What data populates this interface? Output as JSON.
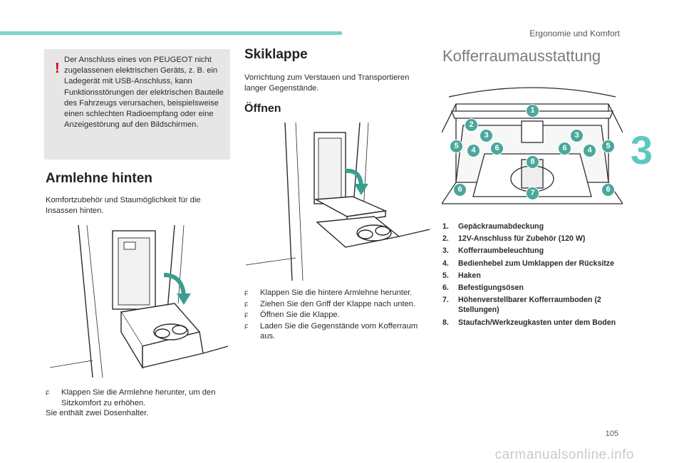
{
  "header": {
    "section": "Ergonomie und Komfort",
    "chapter": "3",
    "page_number": "105"
  },
  "warning": {
    "icon": "exclamation-icon",
    "text": "Der Anschluss eines von PEUGEOT nicht zugelassenen elektrischen Geräts, z. B. ein Ladegerät mit USB-Anschluss, kann Funktionsstörungen der elektrischen Bauteile des Fahrzeugs verursachen, beispielsweise einen schlechten Radioempfang oder eine Anzeigestörung auf den Bildschirmen."
  },
  "armlehne": {
    "title": "Armlehne hinten",
    "intro": "Komfortzubehör und Staumöglichkeit für die Insassen hinten.",
    "steps": [
      "Klappen Sie die Armlehne herunter, um den Sitzkomfort zu erhöhen."
    ],
    "note": "Sie enthält zwei Dosenhalter."
  },
  "skiklappe": {
    "title": "Skiklappe",
    "intro": "Vorrichtung zum Verstauen und Transportieren langer Gegenstände.",
    "subtitle": "Öffnen",
    "steps": [
      "Klappen Sie die hintere Armlehne herunter.",
      "Ziehen Sie den Griff der Klappe nach unten.",
      "Öffnen Sie die Klappe.",
      "Laden Sie die Gegenstände vom Kofferraum aus."
    ]
  },
  "kofferraum": {
    "title": "Kofferraumausstattung",
    "items": [
      {
        "num": "1.",
        "text": "Gepäckraumabdeckung"
      },
      {
        "num": "2.",
        "text": "12V-Anschluss für Zubehör (120 W)"
      },
      {
        "num": "3.",
        "text": "Kofferraumbeleuchtung"
      },
      {
        "num": "4.",
        "text": "Bedienhebel zum Umklappen der Rücksitze"
      },
      {
        "num": "5.",
        "text": "Haken"
      },
      {
        "num": "6.",
        "text": "Befestigungsösen"
      },
      {
        "num": "7.",
        "text": "Höhenverstellbarer Kofferraumboden (2 Stellungen)"
      },
      {
        "num": "8.",
        "text": "Staufach/Werkzeugkasten unter dem Boden"
      }
    ],
    "callouts": [
      "1",
      "2",
      "3",
      "3",
      "4",
      "4",
      "5",
      "5",
      "6",
      "6",
      "6",
      "6",
      "7",
      "8"
    ]
  },
  "bullet_glyph": "F",
  "watermark": "carmanualsonline.info",
  "colors": {
    "accent": "#5fc7c2",
    "callout": "#4aa79b",
    "warning": "#d0021b",
    "arrow": "#3a9e8e"
  }
}
